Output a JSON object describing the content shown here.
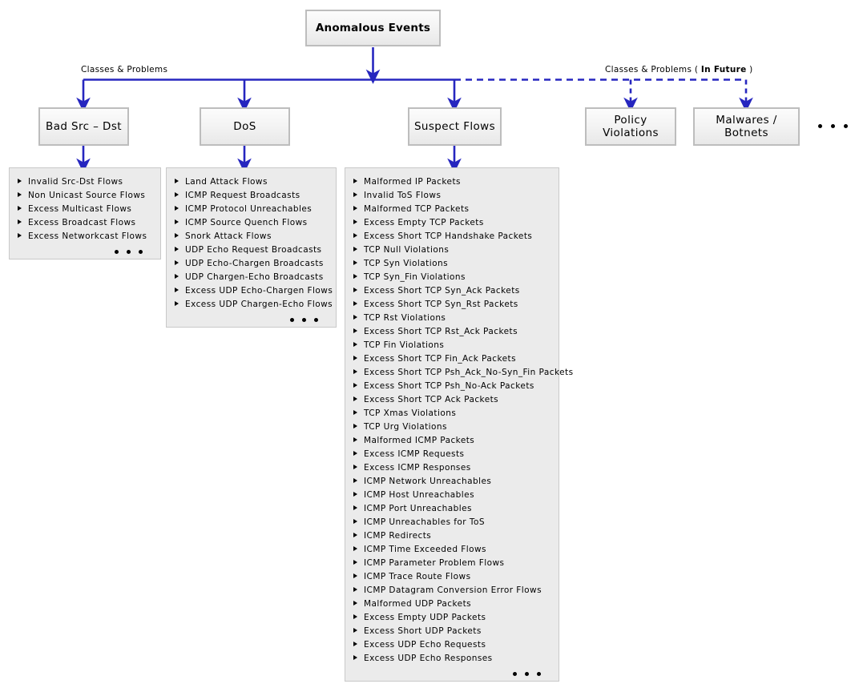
{
  "diagram": {
    "root": {
      "label": "Anomalous Events"
    },
    "edge_labels": {
      "left": "Classes & Problems",
      "right_prefix": "Classes & Problems ( ",
      "right_emphasis": "In Future",
      "right_suffix": " )"
    },
    "colors": {
      "connector": "#2626bf",
      "node_border": "#bdbdbd",
      "node_fill_top": "#fcfcfc",
      "node_fill_bottom": "#e8e8e8",
      "listbox_fill": "#ebebeb",
      "listbox_border": "#c9c9c9",
      "text": "#000000"
    },
    "classes": [
      {
        "id": "bad-src-dst",
        "label": "Bad Src – Dst",
        "future": false
      },
      {
        "id": "dos",
        "label": "DoS",
        "future": false
      },
      {
        "id": "suspect-flows",
        "label": "Suspect Flows",
        "future": false
      },
      {
        "id": "policy-violations",
        "label": "Policy Violations",
        "future": true
      },
      {
        "id": "malwares-botnets",
        "label": "Malwares / Botnets",
        "future": true
      }
    ],
    "more_classes_indicator": "• • •",
    "lists": [
      {
        "id": "bad-src-dst-problems",
        "parent": "bad-src-dst",
        "has_more": true,
        "items": [
          "Invalid Src-Dst Flows",
          "Non Unicast Source Flows",
          "Excess Multicast Flows",
          "Excess Broadcast Flows",
          "Excess Networkcast Flows"
        ]
      },
      {
        "id": "dos-problems",
        "parent": "dos",
        "has_more": true,
        "items": [
          "Land Attack Flows",
          "ICMP Request Broadcasts",
          "ICMP Protocol Unreachables",
          "ICMP Source Quench Flows",
          "Snork Attack Flows",
          "UDP Echo Request Broadcasts",
          "UDP Echo-Chargen Broadcasts",
          "UDP Chargen-Echo Broadcasts",
          "Excess UDP Echo-Chargen Flows",
          "Excess UDP Chargen-Echo Flows"
        ]
      },
      {
        "id": "suspect-flows-problems",
        "parent": "suspect-flows",
        "has_more": true,
        "items": [
          "Malformed IP Packets",
          "Invalid ToS Flows",
          "Malformed TCP Packets",
          "Excess Empty TCP Packets",
          "Excess Short TCP Handshake Packets",
          "TCP Null Violations",
          "TCP Syn Violations",
          "TCP Syn_Fin Violations",
          "Excess Short TCP Syn_Ack Packets",
          "Excess Short TCP Syn_Rst Packets",
          "TCP Rst Violations",
          "Excess Short TCP Rst_Ack Packets",
          "TCP Fin Violations",
          "Excess Short TCP Fin_Ack Packets",
          "Excess Short TCP Psh_Ack_No-Syn_Fin Packets",
          "Excess Short TCP Psh_No-Ack Packets",
          "Excess Short TCP Ack Packets",
          "TCP Xmas Violations",
          "TCP Urg Violations",
          "Malformed ICMP Packets",
          "Excess ICMP Requests",
          "Excess ICMP Responses",
          "ICMP Network Unreachables",
          "ICMP Host Unreachables",
          "ICMP Port Unreachables",
          "ICMP Unreachables for ToS",
          "ICMP Redirects",
          "ICMP Time Exceeded Flows",
          "ICMP Parameter Problem Flows",
          "ICMP Trace Route Flows",
          "ICMP Datagram Conversion Error Flows",
          "Malformed UDP Packets",
          "Excess Empty UDP Packets",
          "Excess Short UDP Packets",
          "Excess UDP Echo Requests",
          "Excess UDP Echo Responses"
        ]
      }
    ]
  }
}
